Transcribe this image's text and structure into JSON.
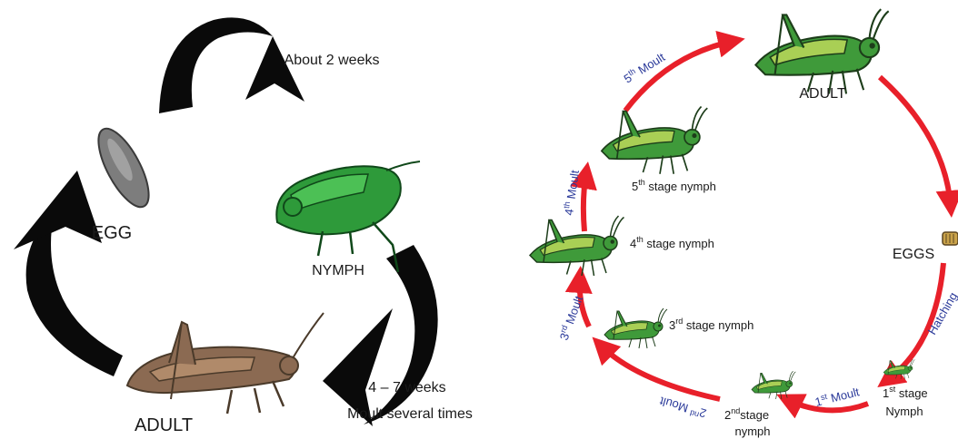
{
  "left_cycle": {
    "stages": {
      "egg": "EGG",
      "nymph": "NYMPH",
      "adult": "ADULT"
    },
    "durations": {
      "egg_to_nymph": "About 2 weeks",
      "nymph_to_adult_time": "4 – 7 weeks",
      "nymph_to_adult_note": "Moult several times"
    }
  },
  "right_cycle": {
    "adult": "ADULT",
    "eggs": "EGGS",
    "hatching": "Hatching",
    "stage1": {
      "ord": "1",
      "sup": "st",
      "rest": " stage",
      "line2": "Nymph"
    },
    "stage2": {
      "ord": "2",
      "sup": "nd",
      "rest": "stage",
      "line2": "nymph"
    },
    "stage3": {
      "ord": "3",
      "sup": "rd",
      "rest": " stage nymph"
    },
    "stage4": {
      "ord": "4",
      "sup": "th",
      "rest": " stage nymph"
    },
    "stage5": {
      "ord": "5",
      "sup": "th",
      "rest": " stage nymph"
    },
    "moult1": {
      "ord": "1",
      "sup": "st",
      "rest": " Moult"
    },
    "moult2": {
      "ord": "2",
      "sup": "nd",
      "rest": " Moult"
    },
    "moult3": {
      "ord": "3",
      "sup": "rd",
      "rest": " Moult"
    },
    "moult4": {
      "ord": "4",
      "sup": "th",
      "rest": " Moult"
    },
    "moult5": {
      "ord": "5",
      "sup": "th",
      "rest": " Moult"
    }
  },
  "colors": {
    "arrow_black": "#0a0a0a",
    "arrow_red": "#e8202a",
    "moult_text": "#2b3a9a",
    "grasshopper_green": "#3f9a3a",
    "grasshopper_light": "#a9cf55",
    "adult_brown": "#8b6a52",
    "egg_gray": "#7d7d7d"
  },
  "icons": [
    "egg-icon",
    "nymph-grasshopper-icon",
    "adult-grasshopper-icon",
    "egg-pod-icon"
  ]
}
